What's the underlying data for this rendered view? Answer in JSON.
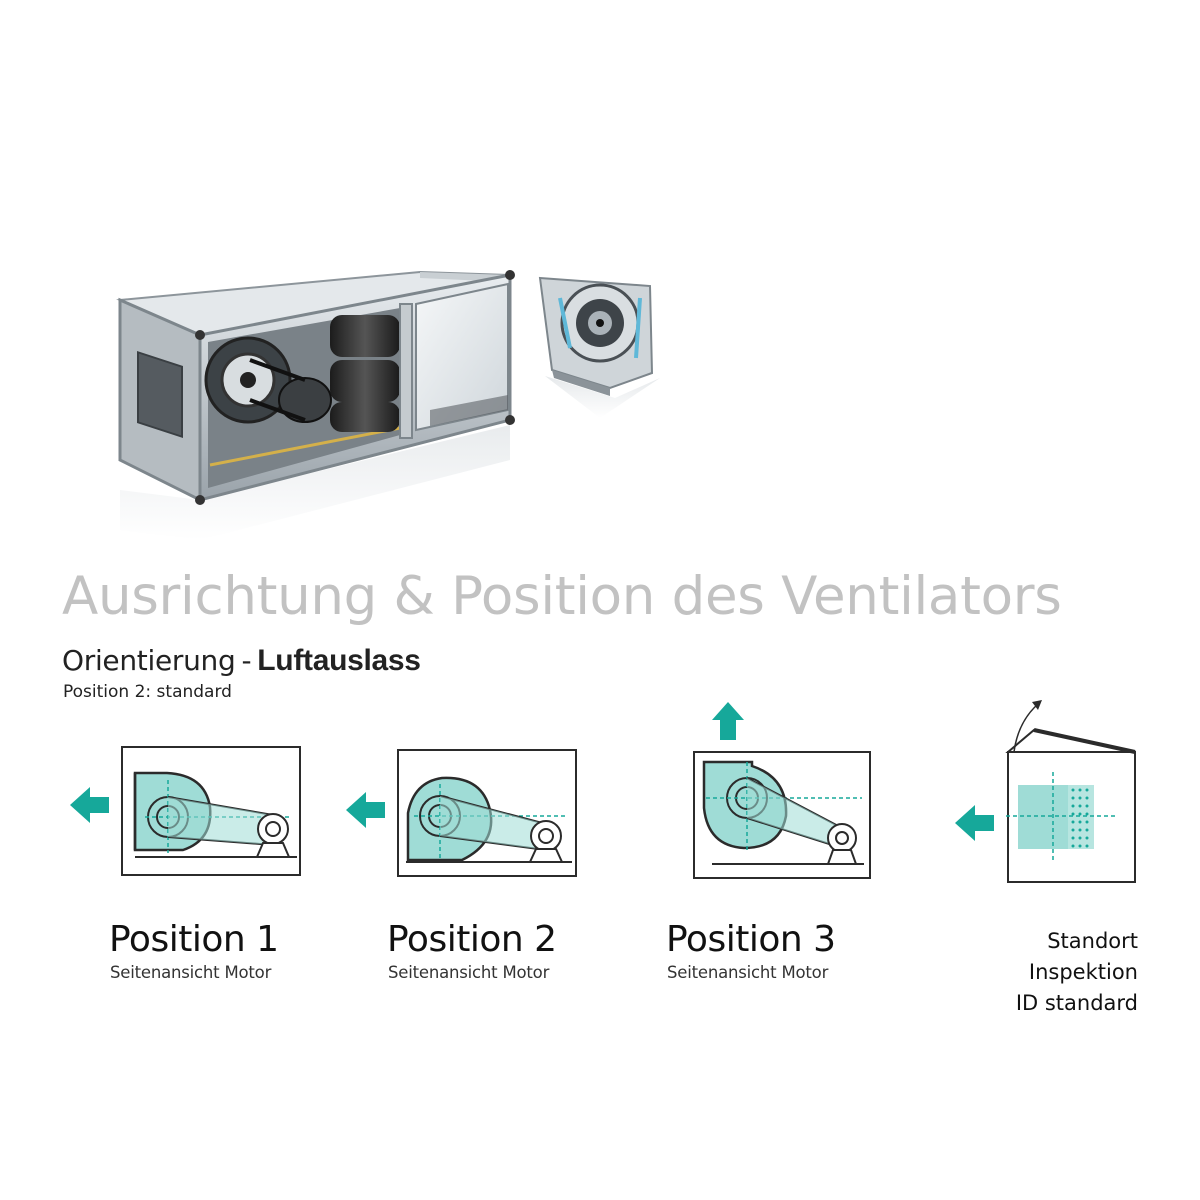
{
  "title": "Ausrichtung & Position des Ventilators",
  "subtitle": {
    "prefix": "Orientierung",
    "separator": "-",
    "emphasis": "Luftauslass"
  },
  "standard_note": "Position 2: standard",
  "positions": [
    {
      "label": "Position 1",
      "caption": "Seitenansicht Motor"
    },
    {
      "label": "Position 2",
      "caption": "Seitenansicht Motor"
    },
    {
      "label": "Position 3",
      "caption": "Seitenansicht Motor"
    }
  ],
  "inspection": {
    "lines": [
      "Standort",
      "Inspektion",
      "ID standard"
    ]
  },
  "colors": {
    "accent": "#16a89a",
    "fan_fill": "#9fdcd6",
    "title_gray": "#c2c2c2",
    "line": "#2b2b2b"
  }
}
